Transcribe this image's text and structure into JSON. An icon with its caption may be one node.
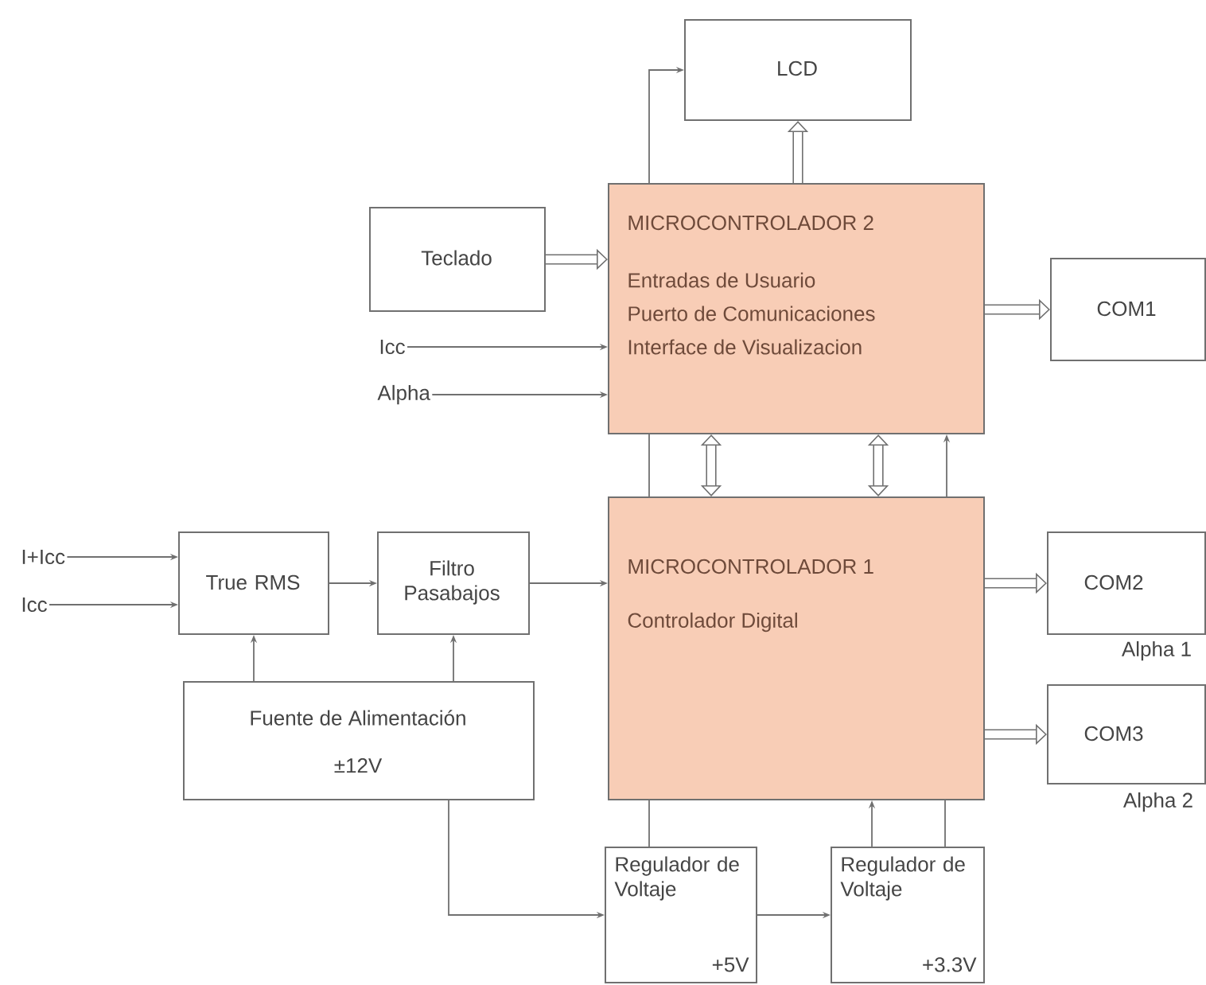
{
  "diagram": {
    "nodes": [
      {
        "text": [
          "LCD"
        ]
      },
      {
        "text": [
          "Teclado"
        ]
      },
      {
        "text": [
          "MICROCONTROLADOR 2",
          "Entradas de Usuario",
          "Puerto de Comunicaciones",
          "Interface de Visualizacion"
        ]
      },
      {
        "text": [
          "COM1"
        ]
      },
      {
        "text": [
          "Icc"
        ]
      },
      {
        "text": [
          "Alpha"
        ]
      },
      {
        "text": [
          "I+Icc"
        ]
      },
      {
        "text": [
          "Icc"
        ]
      },
      {
        "text": [
          "True RMS"
        ]
      },
      {
        "text": [
          "Filtro Pasabajos"
        ]
      },
      {
        "text": [
          "MICROCONTROLADOR 1",
          "Controlador Digital"
        ]
      },
      {
        "text": [
          "COM2"
        ],
        "beside": [
          "Alpha 1"
        ]
      },
      {
        "text": [
          "COM3"
        ],
        "beside": [
          "Alpha 2"
        ]
      },
      {
        "text": [
          "Fuente de Alimentación",
          "±12V"
        ]
      },
      {
        "text": [
          "Regulador de Voltaje",
          "+5V"
        ]
      },
      {
        "text": [
          "Regulador de Voltaje",
          "+3.3V"
        ]
      }
    ],
    "edges": [
      {
        "from": 2,
        "to": 0,
        "arrow": "to"
      },
      {
        "from": 2,
        "to": 0,
        "arrow": "to",
        "style": "thick"
      },
      {
        "from": 1,
        "to": 2,
        "arrow": "to",
        "style": "thick"
      },
      {
        "from": 2,
        "to": 3,
        "arrow": "to",
        "style": "thick"
      },
      {
        "from": 4,
        "to": 2,
        "arrow": "to"
      },
      {
        "from": 5,
        "to": 2,
        "arrow": "to"
      },
      {
        "from": 2,
        "to": 10,
        "arrow": "both",
        "style": "thick"
      },
      {
        "from": 2,
        "to": 10,
        "arrow": "both",
        "style": "thick"
      },
      {
        "from": 10,
        "to": 2,
        "arrow": "none"
      },
      {
        "from": 10,
        "to": 2,
        "arrow": "to"
      },
      {
        "from": 6,
        "to": 8,
        "arrow": "to"
      },
      {
        "from": 7,
        "to": 8,
        "arrow": "to"
      },
      {
        "from": 8,
        "to": 9,
        "arrow": "to"
      },
      {
        "from": 9,
        "to": 10,
        "arrow": "to"
      },
      {
        "from": 13,
        "to": 8,
        "arrow": "to"
      },
      {
        "from": 13,
        "to": 9,
        "arrow": "to"
      },
      {
        "from": 10,
        "to": 11,
        "arrow": "to",
        "style": "thick"
      },
      {
        "from": 10,
        "to": 12,
        "arrow": "to",
        "style": "thick"
      },
      {
        "from": 13,
        "to": 14,
        "arrow": "to"
      },
      {
        "from": 14,
        "to": 15,
        "arrow": "to"
      },
      {
        "from": 14,
        "to": 10,
        "arrow": "none"
      },
      {
        "from": 15,
        "to": 10,
        "arrow": "to"
      },
      {
        "from": 15,
        "to": 10,
        "arrow": "none"
      }
    ]
  }
}
